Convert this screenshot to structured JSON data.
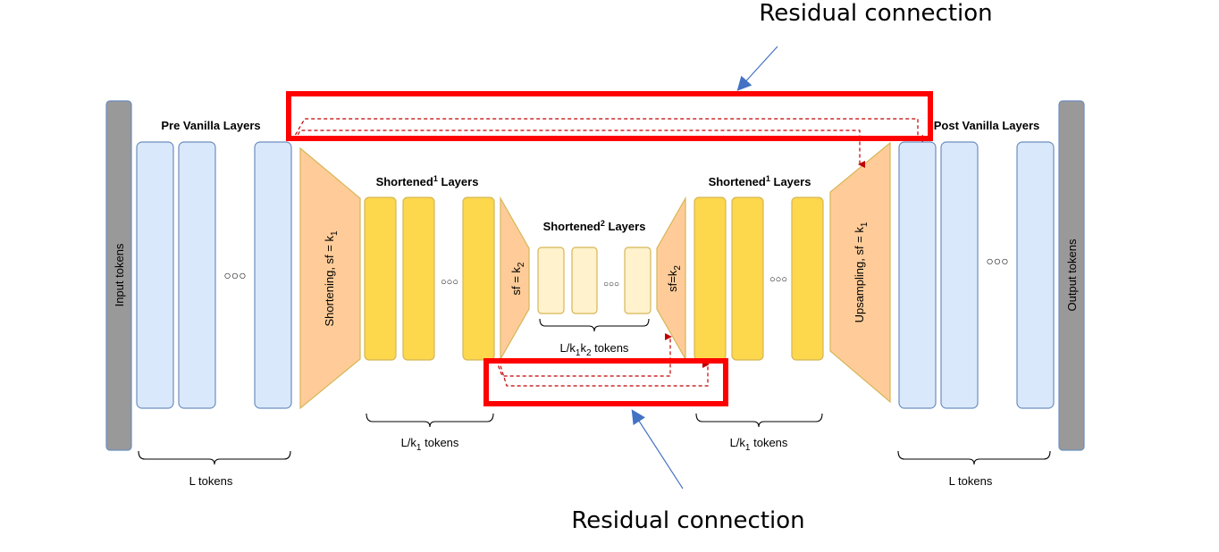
{
  "diagram": {
    "input_tokens": "Input tokens",
    "output_tokens": "Output tokens",
    "pre_vanilla_title": "Pre Vanilla Layers",
    "post_vanilla_title": "Post Vanilla Layers",
    "shortened1_title_left": "Shortened",
    "shortened1_title_right": "Shortened",
    "shortened1_sup": "1",
    "shortened2_title": "Shortened",
    "shortened2_sup": "2",
    "layers_word": "Layers",
    "shortening_label": "Shortening, sf = k",
    "shortening_sub": "1",
    "sf_k2_left": "sf = k",
    "sf_k2_left_sub": "2",
    "sf_k2_right": "sf=k",
    "sf_k2_right_sub": "2",
    "upsampling_label": "Upsampling, sf = k",
    "upsampling_sub": "1",
    "l_tokens_left": "L tokens",
    "l_tokens_right": "L tokens",
    "lk1_tokens_left_pre": "L/k",
    "lk1_tokens_left_sub": "1",
    "lk1_tokens_left_post": " tokens",
    "lk1_tokens_right_pre": "L/k",
    "lk1_tokens_right_sub": "1",
    "lk1_tokens_right_post": " tokens",
    "lk1k2_pre": "L/k",
    "lk1k2_sub1": "1",
    "lk1k2_mid": "k",
    "lk1k2_sub2": "2",
    "lk1k2_post": " tokens",
    "ellipsis": "○○○"
  },
  "annotations": {
    "top_callout": "Residual connection",
    "bottom_callout": "Residual connection",
    "highlight_color": "#ff0000",
    "arrow_color": "#4472c4"
  }
}
